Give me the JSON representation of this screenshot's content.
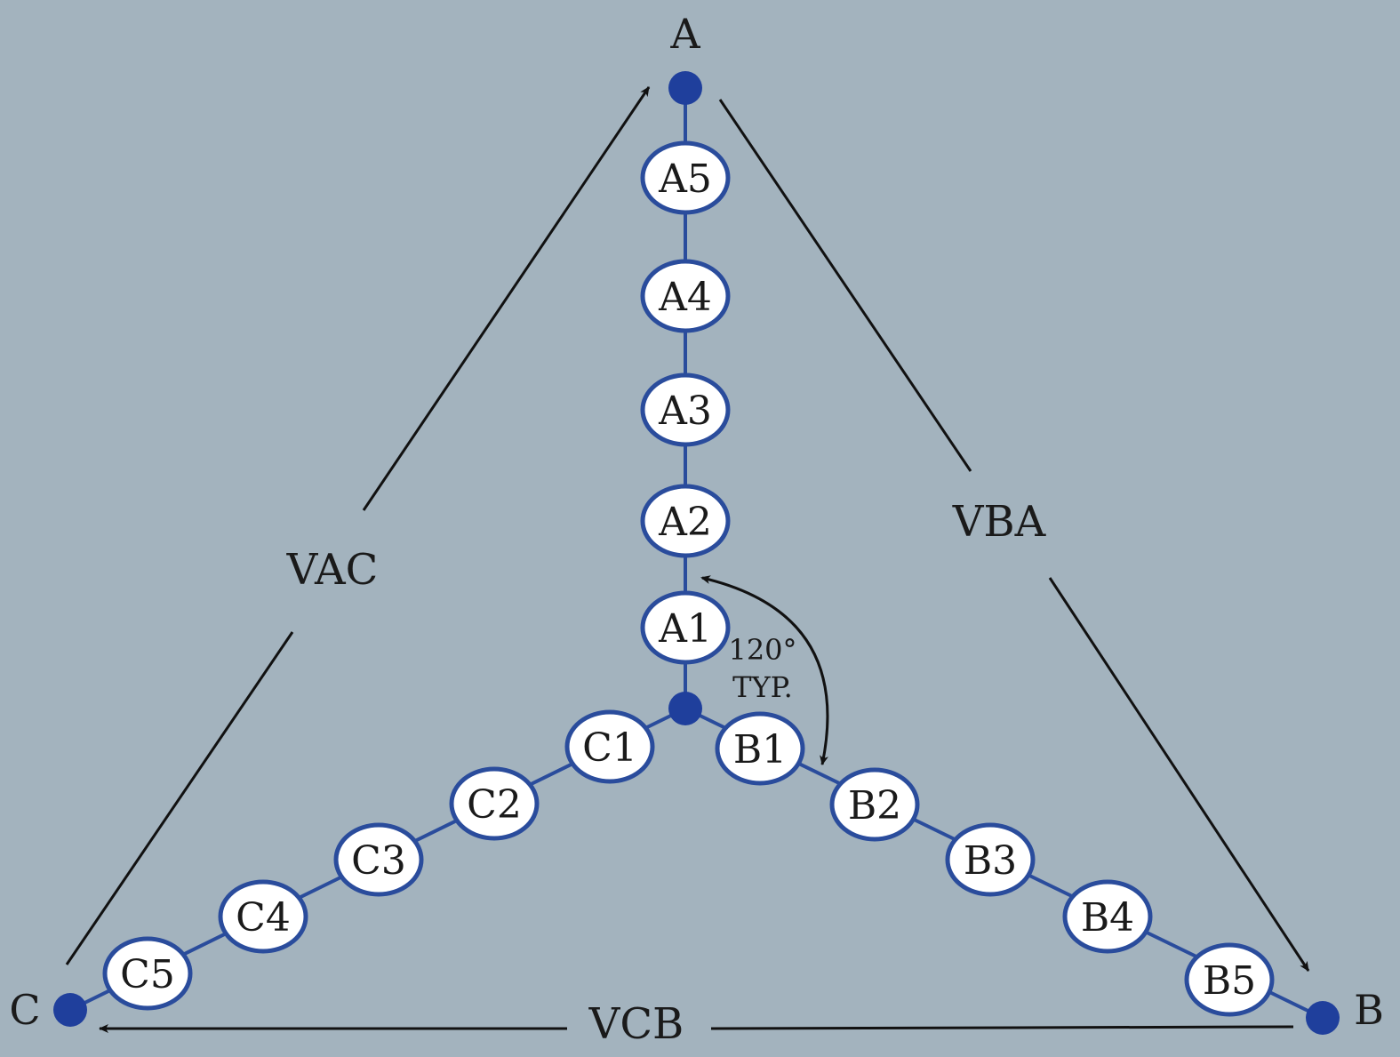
{
  "colors": {
    "background": "#a3b3be",
    "winding": "#2a4c9c",
    "terminal": "#1f3f9c",
    "arrow": "#111111",
    "coil_fill": "#ffffff"
  },
  "terminals": {
    "a": "A",
    "b": "B",
    "c": "C"
  },
  "coils": {
    "a": [
      "A1",
      "A2",
      "A3",
      "A4",
      "A5"
    ],
    "b": [
      "B1",
      "B2",
      "B3",
      "B4",
      "B5"
    ],
    "c": [
      "C1",
      "C2",
      "C3",
      "C4",
      "C5"
    ]
  },
  "voltages": {
    "ac": "VAC",
    "ba": "VBA",
    "cb": "VCB"
  },
  "angle": {
    "value": "120°",
    "note": "TYP."
  }
}
